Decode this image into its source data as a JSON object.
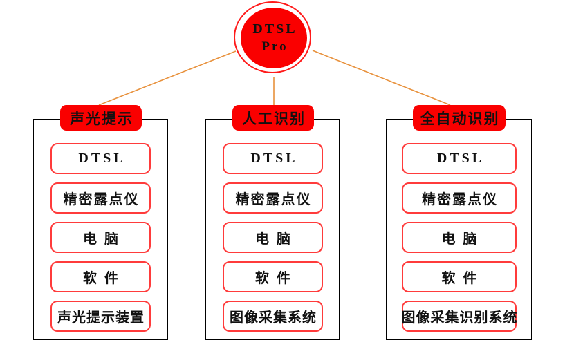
{
  "root": {
    "line1": "DTSL",
    "line2": "Pro"
  },
  "colors": {
    "node_red": "#fa0000",
    "box_border_red": "#ff3b3b",
    "frame_black": "#000000",
    "connector_orange": "#e8913c",
    "text_black": "#111111",
    "background": "#ffffff"
  },
  "columns": [
    {
      "header": "声光提示",
      "items": [
        {
          "label": "DTSL",
          "style": "latin"
        },
        {
          "label": "精密露点仪",
          "style": "cjk"
        },
        {
          "label": "电脑",
          "style": "spaced"
        },
        {
          "label": "软件",
          "style": "spaced"
        },
        {
          "label": "声光提示装置",
          "style": "cjk"
        }
      ]
    },
    {
      "header": "人工识别",
      "items": [
        {
          "label": "DTSL",
          "style": "latin"
        },
        {
          "label": "精密露点仪",
          "style": "cjk"
        },
        {
          "label": "电脑",
          "style": "spaced"
        },
        {
          "label": "软件",
          "style": "spaced"
        },
        {
          "label": "图像采集系统",
          "style": "cjk"
        }
      ]
    },
    {
      "header": "全自动识别",
      "items": [
        {
          "label": "DTSL",
          "style": "latin"
        },
        {
          "label": "精密露点仪",
          "style": "cjk"
        },
        {
          "label": "电脑",
          "style": "spaced"
        },
        {
          "label": "软件",
          "style": "spaced"
        },
        {
          "label": "图像采集识别系统",
          "style": "cjk"
        }
      ]
    }
  ]
}
